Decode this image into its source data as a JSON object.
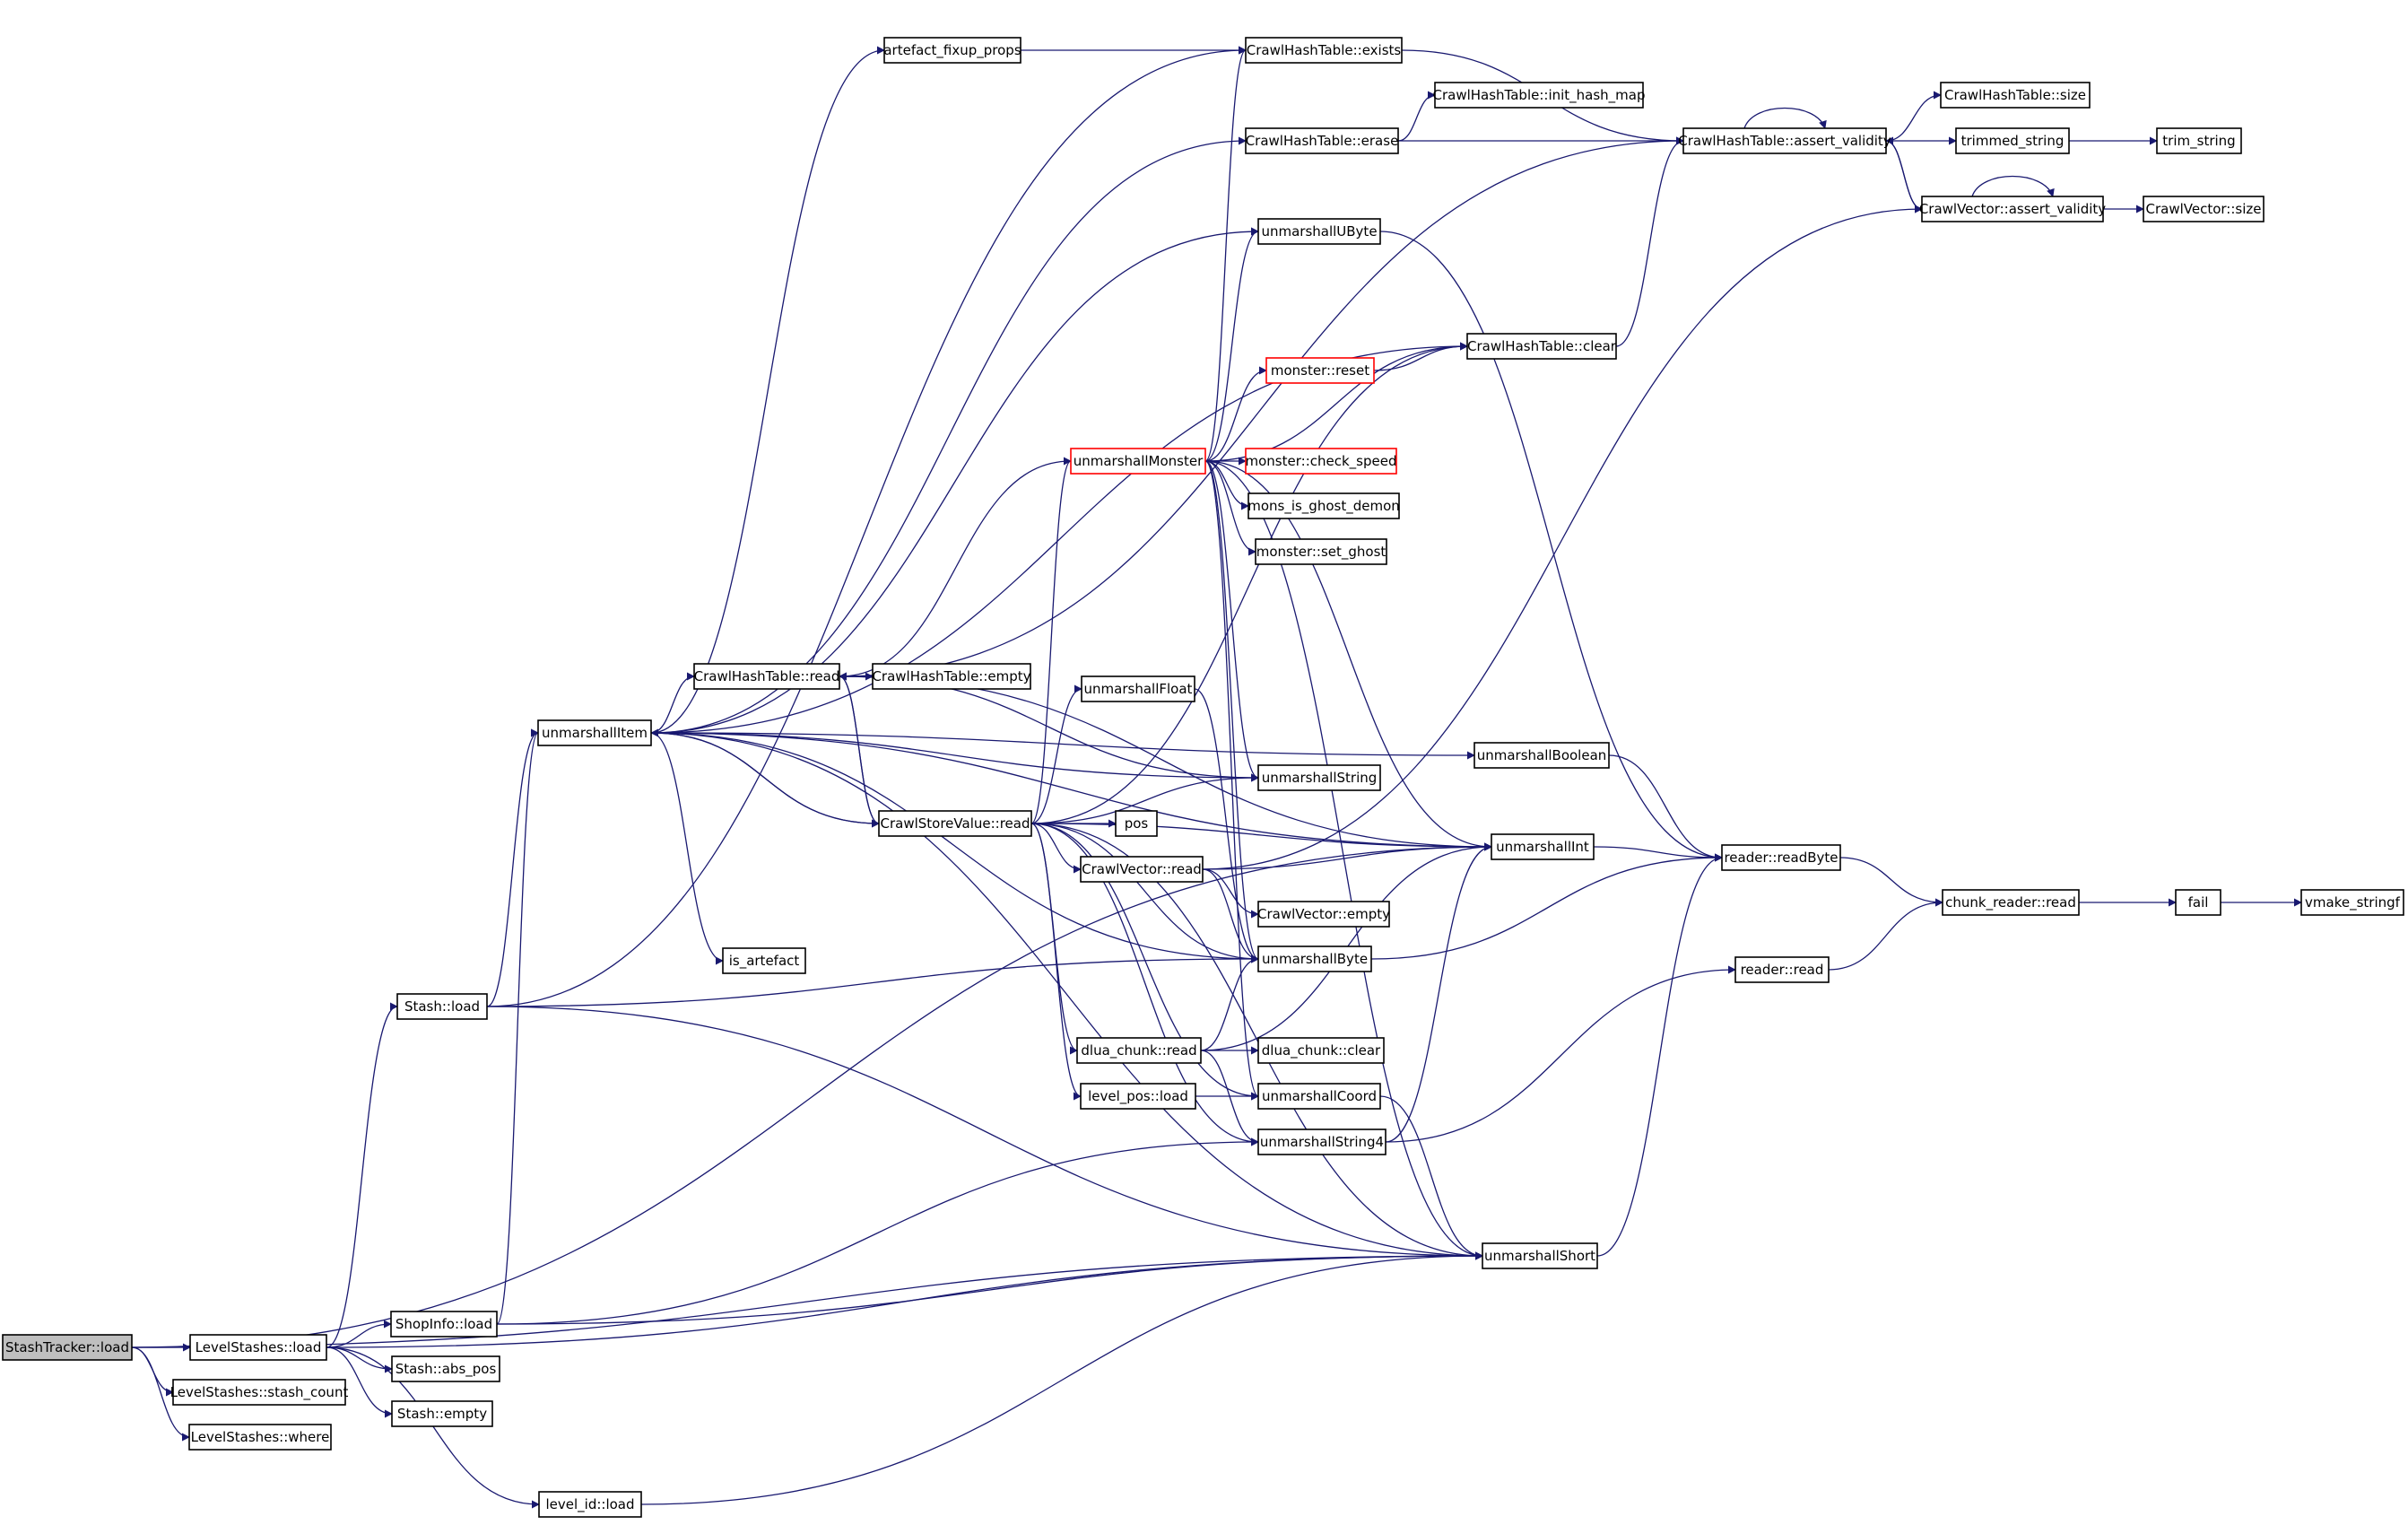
{
  "graph": {
    "nodes": [
      {
        "id": "stashtracker_load",
        "label": "StashTracker::load",
        "root": true
      },
      {
        "id": "levelstashes_load",
        "label": "LevelStashes::load"
      },
      {
        "id": "levelstashes_stash_count",
        "label": "LevelStashes::stash_count"
      },
      {
        "id": "levelstashes_where",
        "label": "LevelStashes::where"
      },
      {
        "id": "stash_load",
        "label": "Stash::load"
      },
      {
        "id": "shopinfo_load",
        "label": "ShopInfo::load"
      },
      {
        "id": "stash_abs_pos",
        "label": "Stash::abs_pos"
      },
      {
        "id": "stash_empty",
        "label": "Stash::empty"
      },
      {
        "id": "level_id_load",
        "label": "level_id::load"
      },
      {
        "id": "unmarshallitem",
        "label": "unmarshallItem"
      },
      {
        "id": "is_artefact",
        "label": "is_artefact"
      },
      {
        "id": "artefact_fixup_props",
        "label": "artefact_fixup_props"
      },
      {
        "id": "crawlhashtable_read",
        "label": "CrawlHashTable::read"
      },
      {
        "id": "crawlhashtable_empty",
        "label": "CrawlHashTable::empty"
      },
      {
        "id": "crawlstorevalue_read",
        "label": "CrawlStoreValue::read"
      },
      {
        "id": "pos",
        "label": "pos"
      },
      {
        "id": "unmarshallfloat",
        "label": "unmarshallFloat"
      },
      {
        "id": "crawlvector_read",
        "label": "CrawlVector::read"
      },
      {
        "id": "crawlvector_empty",
        "label": "CrawlVector::empty"
      },
      {
        "id": "dlua_chunk_read",
        "label": "dlua_chunk::read"
      },
      {
        "id": "dlua_chunk_clear",
        "label": "dlua_chunk::clear"
      },
      {
        "id": "level_pos_load",
        "label": "level_pos::load"
      },
      {
        "id": "unmarshallmonster",
        "label": "unmarshallMonster",
        "red": true
      },
      {
        "id": "monster_reset",
        "label": "monster::reset",
        "red": true
      },
      {
        "id": "monster_check_speed",
        "label": "monster::check_speed",
        "red": true
      },
      {
        "id": "mons_is_ghost_demon",
        "label": "mons_is_ghost_demon"
      },
      {
        "id": "monster_set_ghost",
        "label": "monster::set_ghost"
      },
      {
        "id": "crawlhashtable_exists",
        "label": "CrawlHashTable::exists"
      },
      {
        "id": "crawlhashtable_erase",
        "label": "CrawlHashTable::erase"
      },
      {
        "id": "crawlhashtable_init_hash_map",
        "label": "CrawlHashTable::init_hash_map"
      },
      {
        "id": "unmarshallubyte",
        "label": "unmarshallUByte"
      },
      {
        "id": "crawlhashtable_clear",
        "label": "CrawlHashTable::clear"
      },
      {
        "id": "unmarshallstring",
        "label": "unmarshallString"
      },
      {
        "id": "unmarshallbyte",
        "label": "unmarshallByte"
      },
      {
        "id": "unmarshallcoord",
        "label": "unmarshallCoord"
      },
      {
        "id": "unmarshallstring4",
        "label": "unmarshallString4"
      },
      {
        "id": "unmarshallboolean",
        "label": "unmarshallBoolean"
      },
      {
        "id": "unmarshallint",
        "label": "unmarshallInt"
      },
      {
        "id": "unmarshallshort",
        "label": "unmarshallShort"
      },
      {
        "id": "crawlhashtable_assert_validity",
        "label": "CrawlHashTable::assert_validity"
      },
      {
        "id": "crawlhashtable_size",
        "label": "CrawlHashTable::size"
      },
      {
        "id": "trimmed_string",
        "label": "trimmed_string"
      },
      {
        "id": "trim_string",
        "label": "trim_string"
      },
      {
        "id": "crawlvector_assert_validity",
        "label": "CrawlVector::assert_validity"
      },
      {
        "id": "crawlvector_size",
        "label": "CrawlVector::size"
      },
      {
        "id": "reader_readbyte",
        "label": "reader::readByte"
      },
      {
        "id": "reader_read",
        "label": "reader::read"
      },
      {
        "id": "chunk_reader_read",
        "label": "chunk_reader::read"
      },
      {
        "id": "fail",
        "label": "fail"
      },
      {
        "id": "vmake_stringf",
        "label": "vmake_stringf"
      }
    ],
    "edges": [
      [
        "stashtracker_load",
        "levelstashes_load"
      ],
      [
        "stashtracker_load",
        "levelstashes_stash_count"
      ],
      [
        "stashtracker_load",
        "levelstashes_where"
      ],
      [
        "stashtracker_load",
        "unmarshallshort"
      ],
      [
        "stashtracker_load",
        "unmarshallint"
      ],
      [
        "levelstashes_load",
        "stash_load"
      ],
      [
        "levelstashes_load",
        "shopinfo_load"
      ],
      [
        "levelstashes_load",
        "stash_abs_pos"
      ],
      [
        "levelstashes_load",
        "stash_empty"
      ],
      [
        "levelstashes_load",
        "level_id_load"
      ],
      [
        "levelstashes_load",
        "unmarshallshort"
      ],
      [
        "stash_load",
        "unmarshallitem"
      ],
      [
        "stash_load",
        "unmarshallbyte"
      ],
      [
        "stash_load",
        "unmarshallshort"
      ],
      [
        "stash_load",
        "crawlhashtable_exists"
      ],
      [
        "shopinfo_load",
        "unmarshallitem"
      ],
      [
        "shopinfo_load",
        "unmarshallstring4"
      ],
      [
        "shopinfo_load",
        "unmarshallshort"
      ],
      [
        "level_id_load",
        "unmarshallshort"
      ],
      [
        "unmarshallitem",
        "crawlhashtable_read"
      ],
      [
        "unmarshallitem",
        "is_artefact"
      ],
      [
        "unmarshallitem",
        "artefact_fixup_props"
      ],
      [
        "unmarshallitem",
        "unmarshallubyte"
      ],
      [
        "unmarshallitem",
        "crawlhashtable_clear"
      ],
      [
        "unmarshallitem",
        "crawlhashtable_erase"
      ],
      [
        "unmarshallitem",
        "unmarshallbyte"
      ],
      [
        "unmarshallitem",
        "unmarshallshort"
      ],
      [
        "unmarshallitem",
        "unmarshallint"
      ],
      [
        "unmarshallitem",
        "unmarshallstring"
      ],
      [
        "unmarshallitem",
        "unmarshallboolean"
      ],
      [
        "unmarshallitem",
        "crawlstorevalue_read"
      ],
      [
        "artefact_fixup_props",
        "crawlhashtable_exists"
      ],
      [
        "crawlhashtable_read",
        "crawlhashtable_empty"
      ],
      [
        "crawlhashtable_read",
        "crawlstorevalue_read"
      ],
      [
        "crawlhashtable_read",
        "crawlhashtable_assert_validity"
      ],
      [
        "crawlhashtable_read",
        "unmarshallstring"
      ],
      [
        "crawlhashtable_read",
        "unmarshallint"
      ],
      [
        "crawlstorevalue_read",
        "unmarshallitem"
      ],
      [
        "crawlstorevalue_read",
        "crawlhashtable_read"
      ],
      [
        "crawlstorevalue_read",
        "unmarshallmonster"
      ],
      [
        "crawlstorevalue_read",
        "pos"
      ],
      [
        "crawlstorevalue_read",
        "unmarshallfloat"
      ],
      [
        "crawlstorevalue_read",
        "crawlvector_read"
      ],
      [
        "crawlstorevalue_read",
        "dlua_chunk_read"
      ],
      [
        "crawlstorevalue_read",
        "level_pos_load"
      ],
      [
        "crawlstorevalue_read",
        "unmarshallstring"
      ],
      [
        "crawlstorevalue_read",
        "unmarshallbyte"
      ],
      [
        "crawlstorevalue_read",
        "unmarshallint"
      ],
      [
        "crawlstorevalue_read",
        "unmarshallshort"
      ],
      [
        "crawlstorevalue_read",
        "unmarshallcoord"
      ],
      [
        "crawlstorevalue_read",
        "unmarshallstring4"
      ],
      [
        "crawlstorevalue_read",
        "crawlhashtable_clear"
      ],
      [
        "unmarshallfloat",
        "unmarshallbyte"
      ],
      [
        "crawlvector_read",
        "crawlvector_empty"
      ],
      [
        "crawlvector_read",
        "crawlvector_assert_validity"
      ],
      [
        "crawlvector_read",
        "unmarshallbyte"
      ],
      [
        "crawlvector_read",
        "unmarshallint"
      ],
      [
        "dlua_chunk_read",
        "dlua_chunk_clear"
      ],
      [
        "dlua_chunk_read",
        "unmarshallstring4"
      ],
      [
        "dlua_chunk_read",
        "unmarshallbyte"
      ],
      [
        "dlua_chunk_read",
        "unmarshallint"
      ],
      [
        "level_pos_load",
        "unmarshallcoord"
      ],
      [
        "unmarshallmonster",
        "monster_reset"
      ],
      [
        "unmarshallmonster",
        "monster_check_speed"
      ],
      [
        "unmarshallmonster",
        "mons_is_ghost_demon"
      ],
      [
        "unmarshallmonster",
        "monster_set_ghost"
      ],
      [
        "unmarshallmonster",
        "unmarshallubyte"
      ],
      [
        "unmarshallmonster",
        "crawlhashtable_clear"
      ],
      [
        "unmarshallmonster",
        "crawlhashtable_read"
      ],
      [
        "unmarshallmonster",
        "unmarshallstring"
      ],
      [
        "unmarshallmonster",
        "unmarshallbyte"
      ],
      [
        "unmarshallmonster",
        "unmarshallcoord"
      ],
      [
        "unmarshallmonster",
        "unmarshallint"
      ],
      [
        "unmarshallmonster",
        "unmarshallshort"
      ],
      [
        "unmarshallmonster",
        "crawlhashtable_exists"
      ],
      [
        "monster_reset",
        "crawlhashtable_clear"
      ],
      [
        "crawlhashtable_exists",
        "crawlhashtable_assert_validity"
      ],
      [
        "crawlhashtable_erase",
        "crawlhashtable_init_hash_map"
      ],
      [
        "crawlhashtable_erase",
        "crawlhashtable_assert_validity"
      ],
      [
        "unmarshallubyte",
        "reader_readbyte"
      ],
      [
        "crawlhashtable_clear",
        "crawlhashtable_assert_validity"
      ],
      [
        "crawlhashtable_assert_validity",
        "crawlhashtable_assert_validity"
      ],
      [
        "crawlhashtable_assert_validity",
        "crawlhashtable_size"
      ],
      [
        "crawlhashtable_assert_validity",
        "trimmed_string"
      ],
      [
        "crawlhashtable_assert_validity",
        "crawlvector_assert_validity"
      ],
      [
        "trimmed_string",
        "trim_string"
      ],
      [
        "crawlvector_assert_validity",
        "crawlvector_assert_validity"
      ],
      [
        "crawlvector_assert_validity",
        "crawlvector_size"
      ],
      [
        "crawlvector_assert_validity",
        "crawlhashtable_assert_validity"
      ],
      [
        "unmarshallbyte",
        "reader_readbyte"
      ],
      [
        "unmarshallboolean",
        "reader_readbyte"
      ],
      [
        "unmarshallint",
        "reader_readbyte"
      ],
      [
        "unmarshallshort",
        "reader_readbyte"
      ],
      [
        "unmarshallcoord",
        "unmarshallshort"
      ],
      [
        "unmarshallstring4",
        "unmarshallint"
      ],
      [
        "unmarshallstring4",
        "reader_read"
      ],
      [
        "reader_readbyte",
        "chunk_reader_read"
      ],
      [
        "reader_read",
        "chunk_reader_read"
      ],
      [
        "chunk_reader_read",
        "fail"
      ],
      [
        "fail",
        "vmake_stringf"
      ]
    ]
  }
}
